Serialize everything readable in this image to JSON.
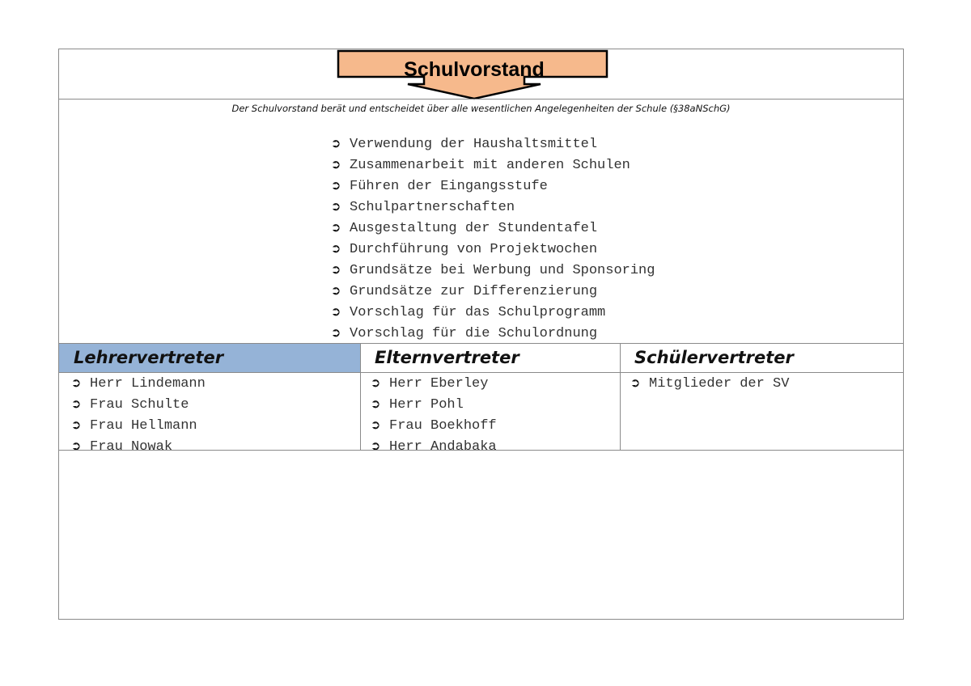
{
  "title": "Schulvorstand",
  "subtitle": "Der Schulvorstand berät und entscheidet über alle wesentlichen Angelegenheiten der Schule (§38aNSchG)",
  "colors": {
    "title_fill": "#f6b98c",
    "header_highlight": "#95b3d7",
    "border": "#8a8a8a"
  },
  "bullet_icon": "arrow-right-bullet-icon",
  "bullet_glyph": "➲",
  "tasks": [
    "Verwendung der Haushaltsmittel",
    "Zusammenarbeit mit anderen Schulen",
    "Führen der Eingangsstufe",
    "Schulpartnerschaften",
    "Ausgestaltung der Stundentafel",
    "Durchführung von Projektwochen",
    "Grundsätze bei Werbung und Sponsoring",
    "Grundsätze zur Differenzierung",
    "Vorschlag für das Schulprogramm",
    "Vorschlag für die Schulordnung"
  ],
  "columns": [
    {
      "heading": "Lehrervertreter",
      "members": [
        "Herr Lindemann",
        "Frau Schulte",
        "Frau Hellmann",
        "Frau Nowak"
      ]
    },
    {
      "heading": "Elternvertreter",
      "members": [
        "Herr Eberley",
        "Herr Pohl",
        "Frau Boekhoff",
        "Herr Andabaka"
      ]
    },
    {
      "heading": "Schülervertreter",
      "members": [
        "Mitglieder der SV"
      ]
    }
  ]
}
